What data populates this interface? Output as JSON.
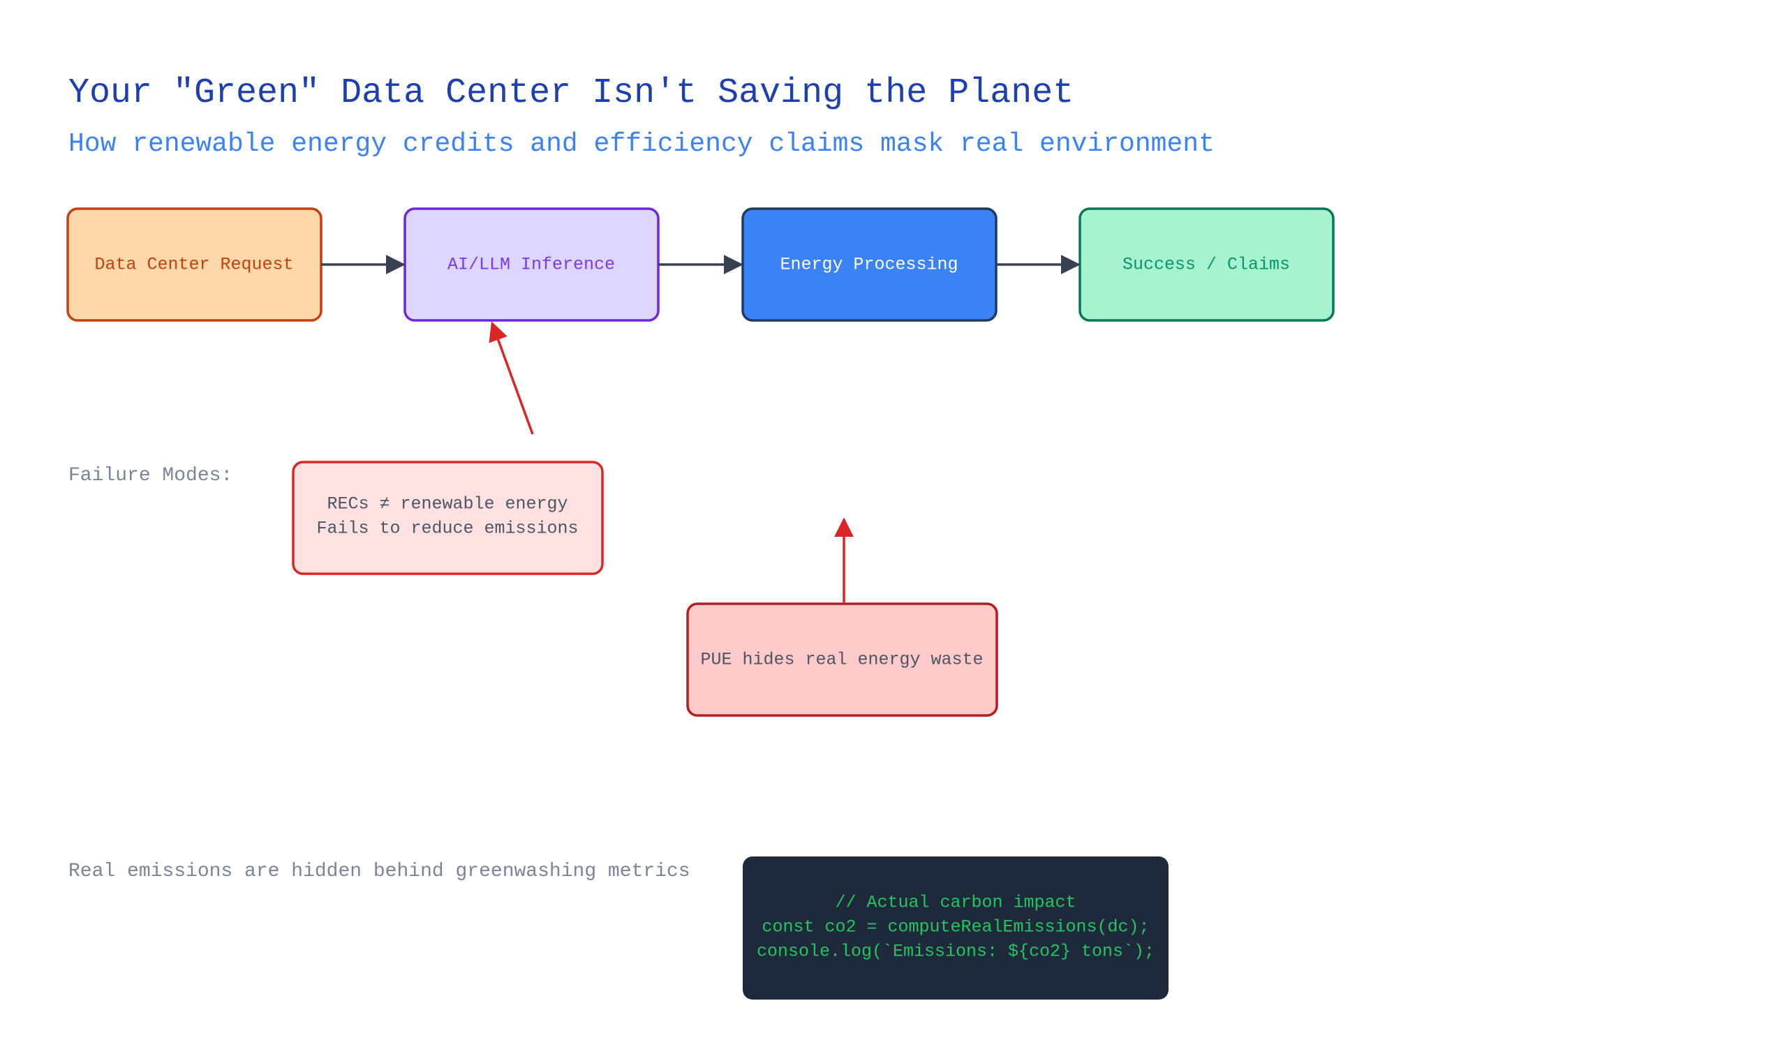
{
  "title": "Your \"Green\" Data Center Isn't Saving the Planet",
  "subtitle": "How renewable energy credits and efficiency claims mask real environment",
  "flow": {
    "request": "Data Center Request",
    "inference": "AI/LLM Inference",
    "energy": "Energy Processing",
    "success": "Success / Claims"
  },
  "failure": {
    "label": "Failure Modes:",
    "recs_line1": "RECs ≠ renewable energy",
    "recs_line2": "Fails to reduce emissions",
    "pue": "PUE hides real energy waste"
  },
  "footer": {
    "note": "Real emissions are hidden behind greenwashing metrics"
  },
  "code": {
    "line1": "// Actual carbon impact",
    "line2": "const co2 = computeRealEmissions(dc);",
    "line3": "console.log(`Emissions: ${co2} tons`);"
  },
  "colors": {
    "request_fill": "#fed7aa",
    "request_stroke": "#c2410c",
    "inference_fill": "#ddd6fe",
    "inference_stroke": "#6d28d9",
    "energy_fill": "#3b82f6",
    "energy_stroke": "#1e3a5f",
    "success_fill": "#a7f3d0",
    "success_stroke": "#047857",
    "failure_arrow": "#dc2626",
    "code_bg": "#1e293b"
  }
}
